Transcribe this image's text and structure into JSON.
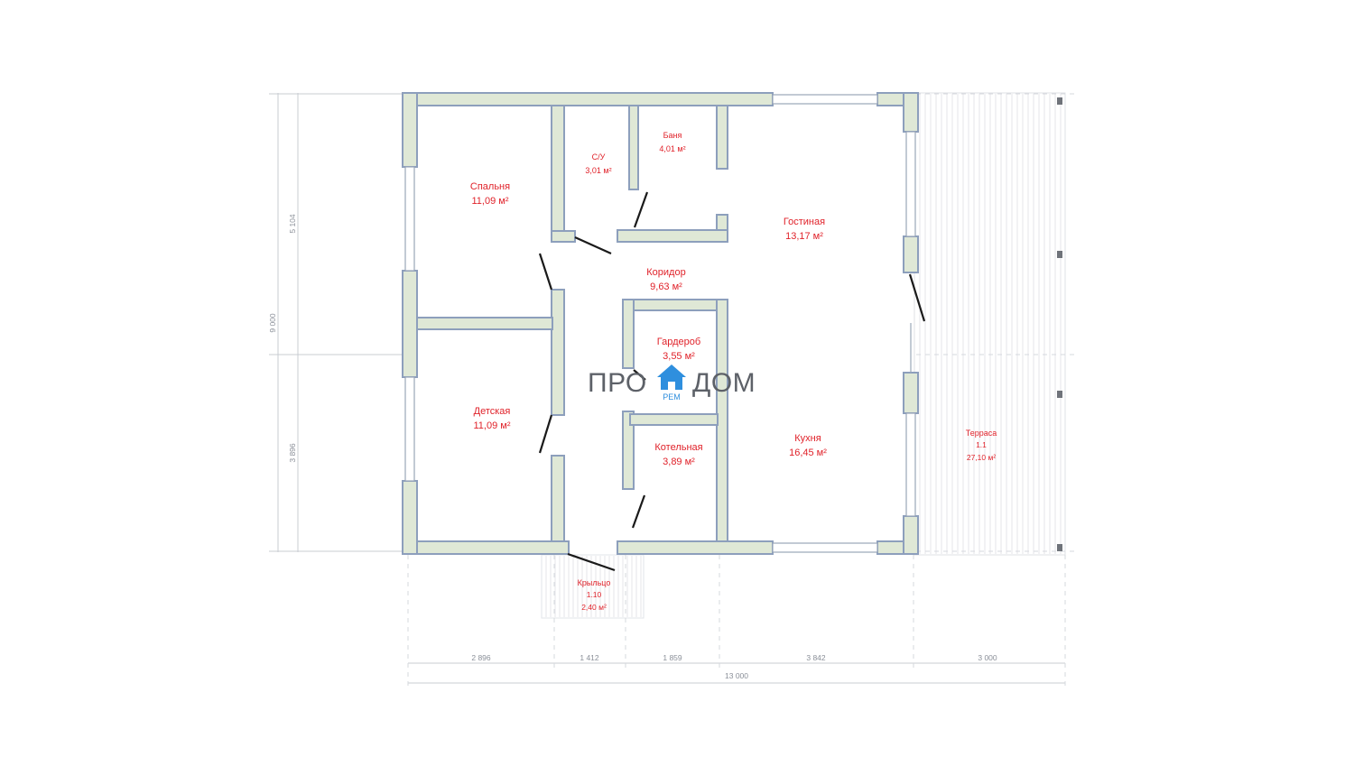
{
  "rooms": [
    {
      "name": "Спальня",
      "area": "11,09 м²"
    },
    {
      "name": "С/У",
      "area": "3,01 м²"
    },
    {
      "name": "Баня",
      "area": "4,01 м²"
    },
    {
      "name": "Гостиная",
      "area": "13,17 м²"
    },
    {
      "name": "Коридор",
      "area": "9,63 м²"
    },
    {
      "name": "Гардероб",
      "area": "3,55 м²"
    },
    {
      "name": "Детская",
      "area": "11,09 м²"
    },
    {
      "name": "Котельная",
      "area": "3,89 м²"
    },
    {
      "name": "Кухня",
      "area": "16,45 м²"
    }
  ],
  "terrace": {
    "name": "Терраса",
    "code": "1.1",
    "area": "27,10 м²"
  },
  "porch": {
    "name": "Крыльцо",
    "code": "1.10",
    "area": "2,40 м²"
  },
  "dimensions": {
    "bottom_segments": [
      "2 896",
      "1 412",
      "1 859",
      "3 842",
      "3 000"
    ],
    "bottom_total": "13 000",
    "left_segments": [
      "5 104",
      "3 896"
    ],
    "left_total": "9 000"
  },
  "logo": {
    "left": "ПРО",
    "right": "ДОМ",
    "sub": "РЕМ"
  },
  "colors": {
    "labels": "#e0222a",
    "walls": "#dfe8d6",
    "wall_outline": "#8d9fbc",
    "logo_accent": "#2f8fde"
  }
}
